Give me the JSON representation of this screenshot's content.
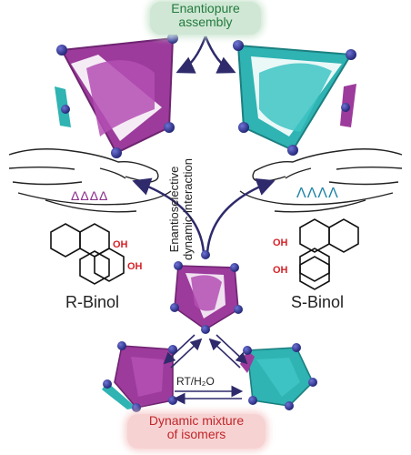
{
  "labels": {
    "top": [
      "Enantiopure",
      "assembly"
    ],
    "middle": [
      "Enantioselective",
      "dynamic interaction"
    ],
    "r_binol": "R-Binol",
    "s_binol": "S-Binol",
    "conditions": "RT/H₂O",
    "bottom": [
      "Dynamic mixture",
      "of isomers"
    ],
    "delta_marks": "ΔΔΔΔ",
    "lambda_marks": "ΛΛΛΛ",
    "oh": "OH"
  },
  "colors": {
    "magenta": "#9c3b9c",
    "cyan": "#2fb3b3",
    "arrow": "#2e2a6b",
    "node": "#2d2f8f",
    "oh_red": "#d4232a"
  }
}
